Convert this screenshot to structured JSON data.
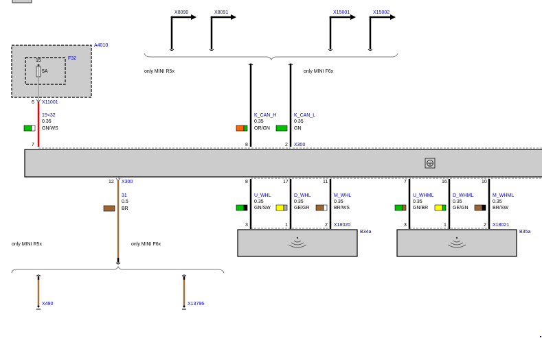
{
  "diagram": {
    "top_connectors": [
      {
        "id": "X8090"
      },
      {
        "id": "X8091"
      },
      {
        "id": "X15001"
      },
      {
        "id": "X15002"
      }
    ],
    "variant_labels": {
      "top_left": "only MINI R5x",
      "top_right": "only MINI F6x",
      "bottom_left": "only MINI R5x",
      "bottom_right": "only MINI F6x"
    },
    "fuse_box": {
      "module_id": "A4010",
      "fuse_id": "F32",
      "fuse_pin": "15",
      "fuse_rating": "5A",
      "connector": "X11001",
      "connector_pin": "6"
    },
    "power_wire": {
      "signal": "15<32",
      "gauge": "0.35",
      "color_code": "GN/WS",
      "colors": [
        "#00c000",
        "#ffffff"
      ],
      "pin_bottom": "7"
    },
    "can_wires": [
      {
        "signal": "K_CAN_H",
        "gauge": "0.35",
        "color_code": "OR/GN",
        "colors": [
          "#ff6600",
          "#00c000"
        ],
        "pin": "8"
      },
      {
        "signal": "K_CAN_L",
        "gauge": "0.35",
        "color_code": "GN",
        "colors": [
          "#00c000"
        ],
        "pin": "2"
      }
    ],
    "main_connector": "X300",
    "ground_wire": {
      "pin": "12",
      "connector": "X300",
      "signal": "31",
      "gauge": "0.5",
      "color_code": "BR",
      "colors": [
        "#996633"
      ]
    },
    "ground_points": [
      {
        "id": "X490"
      },
      {
        "id": "X13796"
      }
    ],
    "sensor_groups": [
      {
        "component": "B34a",
        "connector": "X18020",
        "wires": [
          {
            "signal": "U_WHL",
            "gauge": "0.35",
            "color_code": "GN/SW",
            "colors": [
              "#00c000",
              "#000000"
            ],
            "pin_top": "8",
            "pin_bottom": "3"
          },
          {
            "signal": "D_WHL",
            "gauge": "0.35",
            "color_code": "GE/GR",
            "colors": [
              "#ffff00",
              "#aaaaaa"
            ],
            "pin_top": "17",
            "pin_bottom": "1"
          },
          {
            "signal": "M_WHL",
            "gauge": "0.35",
            "color_code": "BR/WS",
            "colors": [
              "#996633",
              "#ffffff"
            ],
            "pin_top": "11",
            "pin_bottom": "2"
          }
        ]
      },
      {
        "component": "B35a",
        "connector": "X18021",
        "wires": [
          {
            "signal": "U_WHML",
            "gauge": "0.35",
            "color_code": "GN/BR",
            "colors": [
              "#00c000",
              "#996633"
            ],
            "pin_top": "7",
            "pin_bottom": "3"
          },
          {
            "signal": "D_WHML",
            "gauge": "0.35",
            "color_code": "GE/GN",
            "colors": [
              "#ffff00",
              "#00c000"
            ],
            "pin_top": "16",
            "pin_bottom": "1"
          },
          {
            "signal": "M_WHML",
            "gauge": "0.35",
            "color_code": "BR/SW",
            "colors": [
              "#996633",
              "#000000"
            ],
            "pin_top": "10",
            "pin_bottom": "2"
          }
        ]
      }
    ],
    "icons": {
      "control_unit": "steering-wheel-icon",
      "sensor": "antenna-wave-icon"
    }
  }
}
